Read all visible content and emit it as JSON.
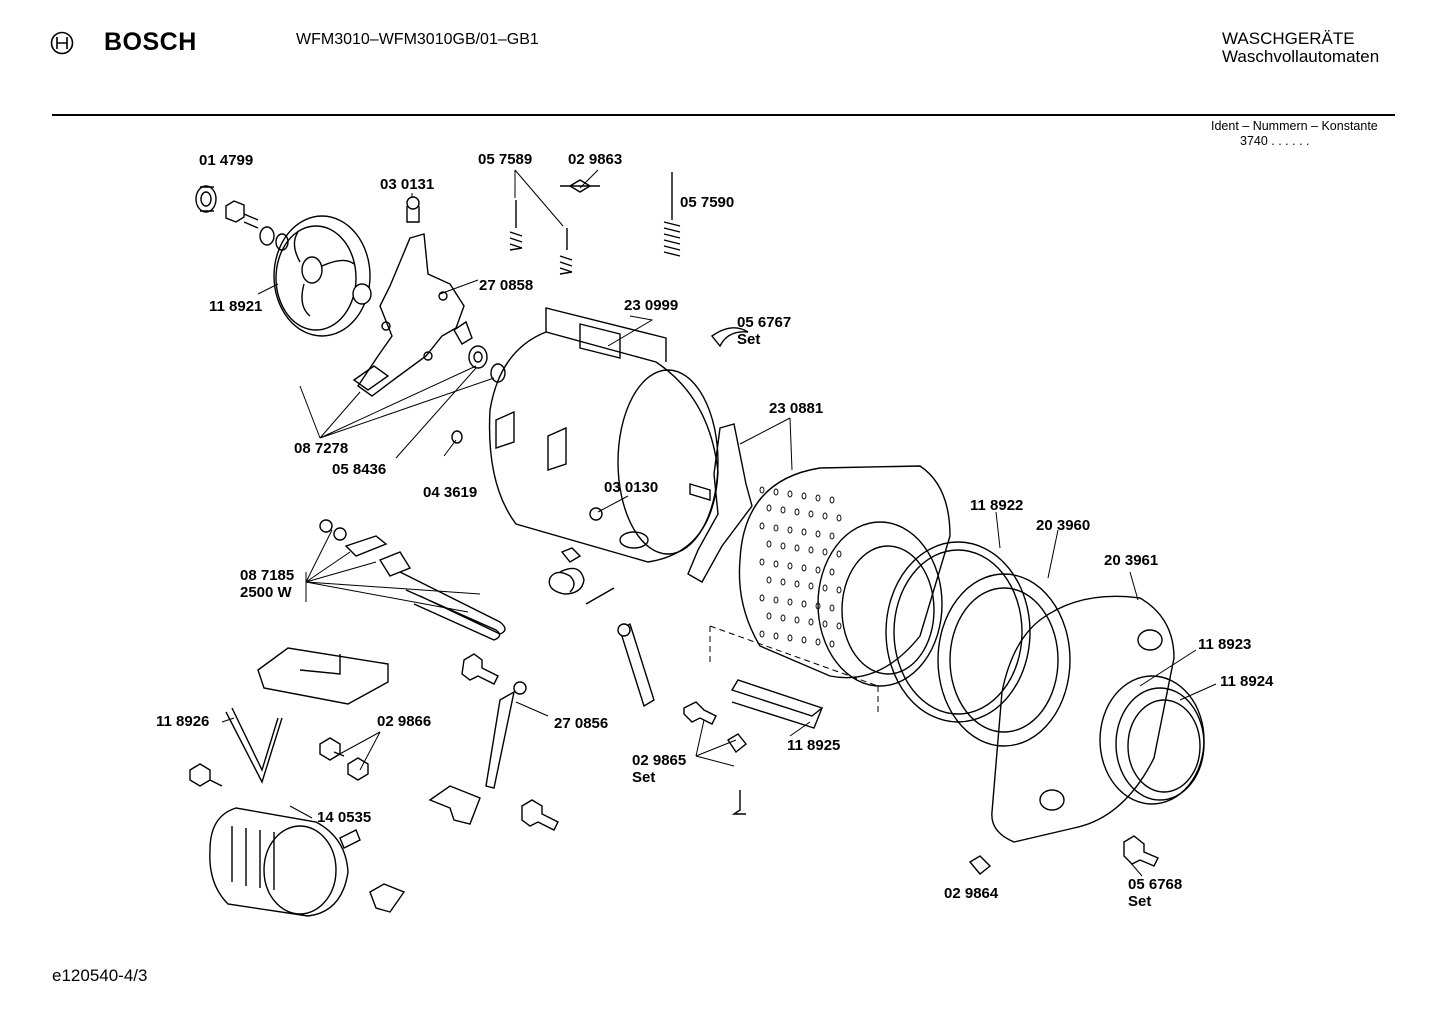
{
  "header": {
    "brand": "BOSCH",
    "model": "WFM3010–WFM3010GB/01–GB1",
    "category_line1": "WASCHGERÄTE",
    "category_line2": "Waschvollautomaten",
    "ident_label": "Ident – Nummern – Konstante",
    "ident_value": "3740 . . . . . ."
  },
  "footer": {
    "code": "e120540-4/3"
  },
  "parts": [
    {
      "number": "01 4799"
    },
    {
      "number": "03 0131"
    },
    {
      "number": "05 7589"
    },
    {
      "number": "02 9863"
    },
    {
      "number": "05 7590"
    },
    {
      "number": "11 8921"
    },
    {
      "number": "27 0858"
    },
    {
      "number": "23 0999"
    },
    {
      "number": "05 6767",
      "extra": "Set"
    },
    {
      "number": "08 7278"
    },
    {
      "number": "05 8436"
    },
    {
      "number": "04 3619"
    },
    {
      "number": "23 0881"
    },
    {
      "number": "03 0130"
    },
    {
      "number": "11 8922"
    },
    {
      "number": "20 3960"
    },
    {
      "number": "20 3961"
    },
    {
      "number": "08 7185",
      "extra": "2500 W"
    },
    {
      "number": "11 8923"
    },
    {
      "number": "11 8924"
    },
    {
      "number": "11 8926"
    },
    {
      "number": "02 9866"
    },
    {
      "number": "27 0856"
    },
    {
      "number": "02 9865",
      "extra": "Set"
    },
    {
      "number": "11 8925"
    },
    {
      "number": "14 0535"
    },
    {
      "number": "02 9864"
    },
    {
      "number": "05 6768",
      "extra": "Set"
    }
  ]
}
